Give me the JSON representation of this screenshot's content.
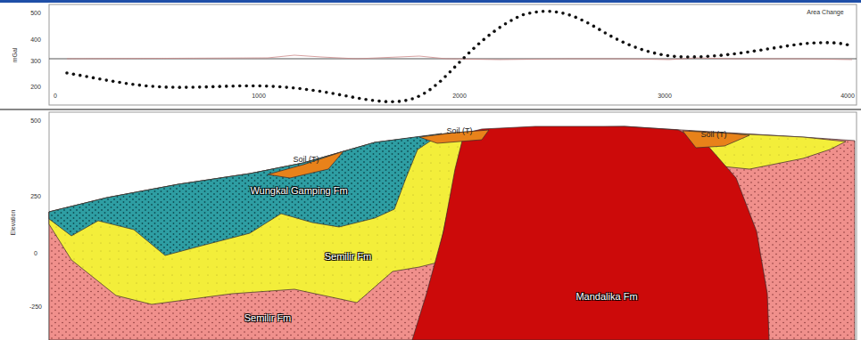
{
  "diagram": {
    "nodes": [
      {
        "text": [
          "Semilir Fm"
        ]
      },
      {
        "text": [
          "Semilir Fm"
        ]
      },
      {
        "text": [
          "Wungkal Gamping Fm"
        ]
      },
      {
        "text": [
          "Mandalika Fm"
        ]
      },
      {
        "text": [
          "Soil (T)"
        ]
      },
      {
        "text": [
          "Soil (T)"
        ]
      },
      {
        "text": [
          "Soil (T)"
        ]
      }
    ],
    "labels": [
      "Area Change",
      "500",
      "400",
      "300",
      "200",
      "0",
      "1000",
      "2000",
      "3000",
      "4000",
      "500",
      "250",
      "0",
      "-250",
      "mGal",
      "Elevation"
    ]
  }
}
